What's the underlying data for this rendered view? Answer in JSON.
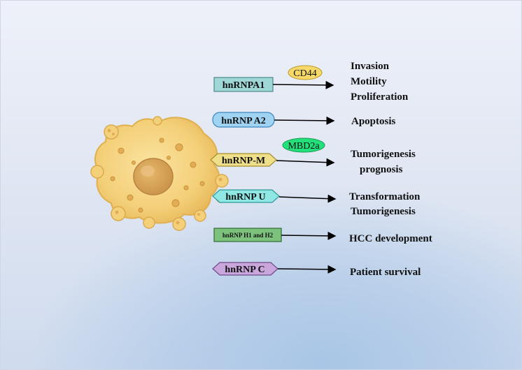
{
  "diagram": {
    "proteins": [
      {
        "label": "hnRNPA1",
        "fill": "#9fd6d6",
        "stroke": "#4a8a8a",
        "shape": "rect"
      },
      {
        "label": "hnRNP A2",
        "fill": "#9fd3f1",
        "stroke": "#3a86c0",
        "shape": "round"
      },
      {
        "label": "hnRNP-M",
        "fill": "#efdf8a",
        "stroke": "#a88e2c",
        "shape": "hex"
      },
      {
        "label": "hnRNP U",
        "fill": "#8fe8e4",
        "stroke": "#2f9a96",
        "shape": "hex"
      },
      {
        "label": "hnRNP H1 and H2",
        "fill": "#7cc27c",
        "stroke": "#2f6b2f",
        "shape": "rect"
      },
      {
        "label": "hnRNP C",
        "fill": "#c9a6dc",
        "stroke": "#6e4b8a",
        "shape": "hex"
      }
    ],
    "mediators": [
      {
        "label": "CD44",
        "fill": "#f7d96a",
        "stroke": "#b99a2a"
      },
      {
        "label": "MBD2a",
        "fill": "#22e07a",
        "stroke": "#159a52"
      }
    ],
    "outcomes": [
      [
        "Invasion",
        "Motility",
        "Proliferation"
      ],
      [
        "Apoptosis"
      ],
      [
        "Tumorigenesis",
        "prognosis"
      ],
      [
        "Transformation",
        "Tumorigenesis"
      ],
      [
        "HCC development"
      ],
      [
        "Patient survival"
      ]
    ]
  }
}
